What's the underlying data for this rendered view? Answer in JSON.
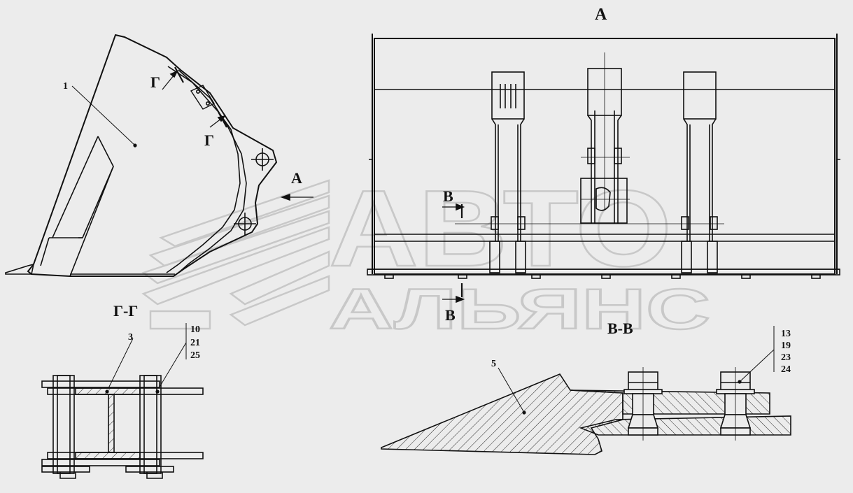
{
  "views": {
    "side_arrow_A": "А",
    "view_A_title": "А",
    "section_G_title": "Г-Г",
    "section_V_title": "В-В",
    "cut_G_top": "Г",
    "cut_G_bottom": "Г",
    "cut_V_top": "В",
    "cut_V_bottom": "В"
  },
  "callouts": {
    "bucket": "1",
    "hinge_plate": "3",
    "tooth": "5",
    "g_bolt_set": [
      "10",
      "21",
      "25"
    ],
    "v_bolt_set": [
      "13",
      "19",
      "23",
      "24"
    ]
  },
  "watermark": {
    "line1": "АВТО",
    "line2": "АЛЬЯНС"
  },
  "colors": {
    "background": "#ececec",
    "line": "#111111",
    "watermark": "#c8c8c8"
  }
}
